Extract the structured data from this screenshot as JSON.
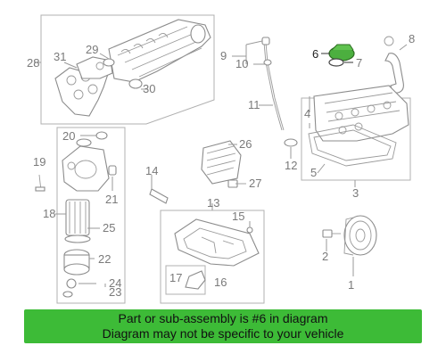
{
  "diagram": {
    "callouts": [
      {
        "id": "c28",
        "label": "28"
      },
      {
        "id": "c31",
        "label": "31"
      },
      {
        "id": "c29",
        "label": "29"
      },
      {
        "id": "c30",
        "label": "30"
      },
      {
        "id": "c9",
        "label": "9"
      },
      {
        "id": "c10",
        "label": "10"
      },
      {
        "id": "c6",
        "label": "6",
        "highlight": true
      },
      {
        "id": "c7",
        "label": "7"
      },
      {
        "id": "c8",
        "label": "8"
      },
      {
        "id": "c4",
        "label": "4"
      },
      {
        "id": "c11",
        "label": "11"
      },
      {
        "id": "c12",
        "label": "12"
      },
      {
        "id": "c5",
        "label": "5"
      },
      {
        "id": "c3",
        "label": "3"
      },
      {
        "id": "c20",
        "label": "20"
      },
      {
        "id": "c19",
        "label": "19"
      },
      {
        "id": "c21",
        "label": "21"
      },
      {
        "id": "c18",
        "label": "18"
      },
      {
        "id": "c25",
        "label": "25"
      },
      {
        "id": "c22",
        "label": "22"
      },
      {
        "id": "c24",
        "label": "24"
      },
      {
        "id": "c23",
        "label": "23"
      },
      {
        "id": "c26",
        "label": "26"
      },
      {
        "id": "c14",
        "label": "14"
      },
      {
        "id": "c27",
        "label": "27"
      },
      {
        "id": "c13",
        "label": "13"
      },
      {
        "id": "c15",
        "label": "15"
      },
      {
        "id": "c17",
        "label": "17"
      },
      {
        "id": "c16",
        "label": "16"
      },
      {
        "id": "c2",
        "label": "2"
      },
      {
        "id": "c1",
        "label": "1"
      }
    ],
    "highlight_color": "#4caf3f"
  },
  "banner": {
    "line1": "Part or sub-assembly is #6 in diagram",
    "line2": "Diagram may not be specific to your vehicle",
    "bg_color": "#3dbb37"
  }
}
